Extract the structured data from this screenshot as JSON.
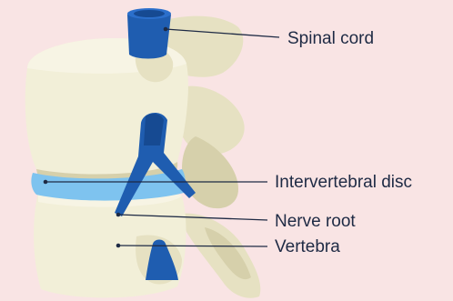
{
  "labels": {
    "spinal_cord": "Spinal cord",
    "intervertebral_disc": "Intervertebral disc",
    "nerve_root": "Nerve root",
    "vertebra": "Vertebra"
  },
  "colors": {
    "background": "#f9e4e4",
    "bone_light": "#f2efd8",
    "bone_mid": "#e6e1c2",
    "bone_shadow": "#d6d0ab",
    "nerve_blue": "#1f5db0",
    "nerve_blue_dark": "#164a92",
    "disc_blue": "#7ec3ef",
    "leader_line": "#1e2a44",
    "label_text": "#1e2a44"
  }
}
